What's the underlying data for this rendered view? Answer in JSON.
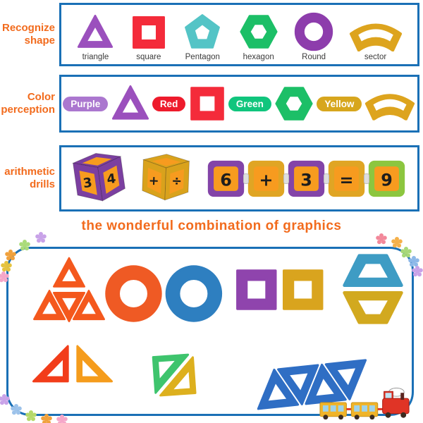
{
  "colors": {
    "accent": "#f26b1d",
    "box_border": "#1a70b6",
    "shape_purple": "#9b50bd",
    "shape_red": "#f42b3a",
    "shape_teal": "#54c4c6",
    "shape_green": "#1cbf67",
    "shape_ring_purple": "#8d3dac",
    "shape_gold": "#dda41e",
    "pill_purple": "#ab77cf",
    "pill_red": "#ee1b2c",
    "pill_green": "#10c57d",
    "pill_yellow": "#d7a61d",
    "cube_purple": "#7b3fa0",
    "cube_gold": "#d9a21c",
    "tile_purple": "#8344a8",
    "tile_gold": "#e0a524",
    "tile_lime": "#8cc63f",
    "tile_face_orange": "#f79b1f",
    "combo_orange": "#f4581d",
    "ring_orange": "#ef5a24",
    "ring_blue": "#2e7fc0",
    "square_purple": "#8f44ad",
    "square_yellow": "#d9a41e",
    "trapezoid_blue": "#3e9cc4",
    "trapezoid_yellow": "#d2a91f",
    "rtriangle_red": "#f23d1a",
    "rtriangle_orange": "#f59c1c",
    "rtriangle_green": "#3ec46d",
    "rtriangle_yellow": "#ddb01e",
    "triangle_blue": "#2f6ec4"
  },
  "recognize_shape": {
    "label": "Recognize shape",
    "shapes": [
      {
        "name": "triangle",
        "label": "triangle"
      },
      {
        "name": "square",
        "label": "square"
      },
      {
        "name": "pentagon",
        "label": "Pentagon"
      },
      {
        "name": "hexagon",
        "label": "hexagon"
      },
      {
        "name": "round",
        "label": "Round"
      },
      {
        "name": "sector",
        "label": "sector"
      }
    ]
  },
  "color_perception": {
    "label": "Color perception",
    "colors": [
      {
        "label": "Purple",
        "shape": "triangle"
      },
      {
        "label": "Red",
        "shape": "square"
      },
      {
        "label": "Green",
        "shape": "hexagon"
      },
      {
        "label": "Yellow",
        "shape": "sector"
      }
    ]
  },
  "arithmetic_drills": {
    "label": "arithmetic drills",
    "dice": [
      {
        "faces": [
          "3",
          "4"
        ]
      },
      {
        "faces": [
          "+",
          "÷"
        ]
      }
    ],
    "equation": [
      "6",
      "+",
      "3",
      "=",
      "9"
    ]
  },
  "combination": {
    "title": "the wonderful combination of graphics"
  }
}
